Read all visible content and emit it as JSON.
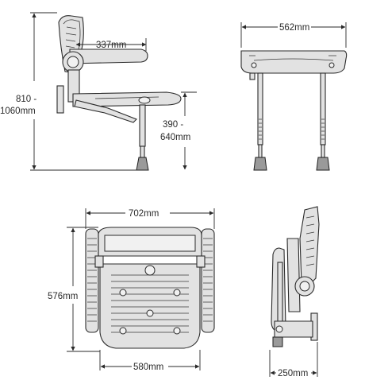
{
  "dimensions": {
    "side_backrest_depth": "337mm",
    "side_total_height_line1": "810 -",
    "side_total_height_line2": "1060mm",
    "side_seat_height_line1": "390 -",
    "side_seat_height_line2": "640mm",
    "front_width": "562mm",
    "top_overall_width": "702mm",
    "top_seat_depth": "576mm",
    "top_seat_width": "580mm",
    "folded_depth": "250mm"
  },
  "colors": {
    "line": "#2a2a2a",
    "part_fill": "#e2e2e2",
    "foot": "#9a9a9a"
  }
}
